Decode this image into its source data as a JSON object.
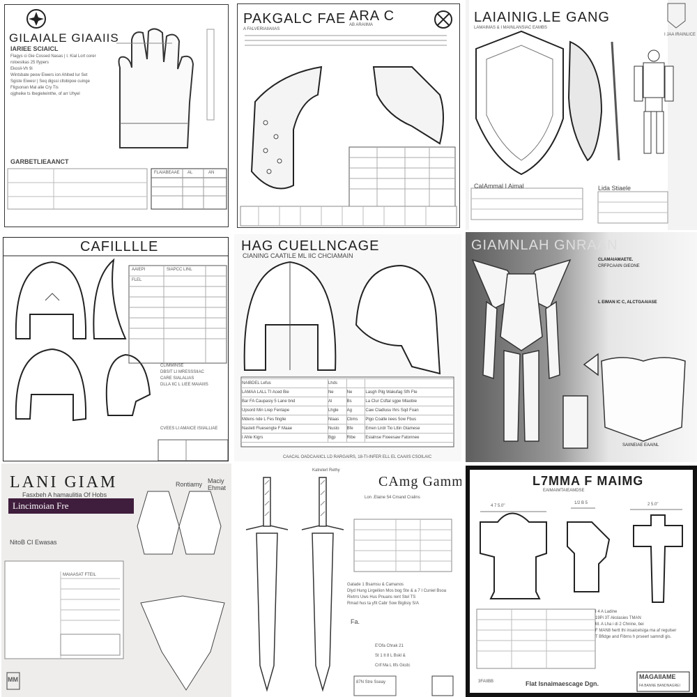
{
  "panels": [
    {
      "title": "GILAIALE GIAAIIS",
      "subtitle": "IARIEE SCIAICL",
      "bullets": [
        "Flagys ci Gie Cossed Nasas | I. Kial Lort corer",
        "roloesikas 25 Ifypers",
        "Ekosli-Vh 9i",
        "Wintsbate peow Eiwers ion Ahitwd lur Set",
        "Sgiste Eiwesr | Seq digssi cltobipoe cuinge",
        "Fligsonan Mal alie Cry Tis",
        "ojgheike ts Ibegielwinthe, of arr Uhyel"
      ],
      "footer": "GARBETLIEAANCT",
      "table_headers": [
        "FLAIABEAAE",
        "AL",
        "AN"
      ]
    },
    {
      "title": "PAKGALC FAE",
      "title2": "ARA C",
      "subtitle": "A FALVERIAIIAIIAS",
      "subtitle2": "AB ARAIIMA"
    },
    {
      "title": "LAIAINIG.LE GANG",
      "subtitle": "LAMAIMAS & I MAINLANSIAC EAMBS",
      "badge": "I JAA IRAINLICE",
      "caption": "CaIAmmal I Aimal",
      "caption2": "Lida Stiaele"
    },
    {
      "title": "CAFILLLLE",
      "table_headers": [
        "AAIEPI",
        "SIAPCC LINL"
      ],
      "row1": "FLEL",
      "notes": "CLIMMINSE\nDBSIT LI MRESSSIIAC\nCARE SIALALIAS\nDLLA IIC L LIEE MAIAIIIS",
      "footer": "CVEES LI AMAICE ISIIALLIAE"
    },
    {
      "title": "HAG CUELLNCAGE",
      "subtitle": "CIANING CAATILE ML IIC CHCIAMAIN",
      "table_headers": [
        "NAIBDEL Lefus",
        "Lhds",
        "",
        ""
      ],
      "rows": [
        [
          "LAMAA LALL TI Aced Bie",
          "Ne",
          "Ne",
          "Lasgh Pilg Wakufag Sfh Fte"
        ],
        [
          "Bar FA Caupasiy 5 Lane bnd",
          "Al",
          "Bs",
          "La Clur Csftal sgpe Mlaobie"
        ],
        [
          "Upsord Min Lrep Fentape",
          "Lhgle",
          "Ag",
          "Caw Cladlusu Ihrs Sqd Foan"
        ],
        [
          "Mdens nde L Fes finglie",
          "Nlaas",
          "Cbms",
          "Plgo Coatle iiees 5ow Fbus"
        ],
        [
          "Nastetl Fluesengte F Maae",
          "Nusto",
          "Bfe",
          "Emen Lirdr Tio Lttin Gtamese"
        ],
        [
          "I Ahle Kigrs",
          "Bgp",
          "Ribe",
          "Esialnse Fioeesaw Fatonnee"
        ]
      ],
      "footer": "CAACAL OADCAAIICL LD RARGAIRS, 18-TI-INFER ELL EL CAAIIS CSOILAIC"
    },
    {
      "title": "GIAMNLAH GNRAAN",
      "heading": "CLAMAIAMAETE.",
      "subheading": "CRFPCAAIN GIEONE",
      "heading2": "L EIMAN IC C, ALCTGAAIASE",
      "footer": "SAIINEIAE EAAINL"
    },
    {
      "title": "LANI GIAM",
      "subtitle": "Fasxbeh A hamaulitia Of Hobs",
      "label1": "Rontiamy",
      "label2": "Maciy Ehmat",
      "band": "Lincimoian Fre",
      "section": "NitoB CI Ewasas",
      "table_header": "MAIAASAT FTEIL",
      "monogram": "MM"
    },
    {
      "title": "CAmg Gamms",
      "top_label": "Katrelerl Rethy",
      "subtitle": "Lon .Elaine 54 Cmand Cralins",
      "lines": [
        "Gatade 1 Bsamsu & Camanos",
        "Dlyd Hung Lirgeilion Mos bog Ste & a 7 I Cuniel Bsoa",
        "Rivtrrs Uws Hus Pnuans rent Stel TS",
        "Rmad hus ta yfit Cabr Sow Biglisiy S/A"
      ],
      "label_fa": "Fa.",
      "eig": "E'Ofa Chrak 21",
      "eig2": "St 1 lt 8 L Bskl &",
      "eig3": "Crif Ma L ltfs Gicdc",
      "box": "87N Stre Sseay"
    },
    {
      "title": "L7MMA F MAIMG",
      "subtitle": "EAIMAIMTAIEAMDSE",
      "dims": [
        "4 7 5.0\"",
        "1/2 B 5",
        "2 5.0\""
      ],
      "notes": [
        "I 4 A Ladine",
        "19Pi 3T Akslasies TMAN",
        "M. A Lha i di 2 Chnine, bei",
        "F MAN8 hertt thi insaicelsiga ma af regulser",
        "T Bfidge and Fibrns h prseerl samndl gis."
      ],
      "footer_left": "3FAIIBB",
      "footer": "Flat Isnaimaescage Dgn.",
      "brand": "MAGAIIAME",
      "brand_sub": "FA BANNE BANDNAGREI"
    }
  ],
  "colors": {
    "ink": "#222222",
    "dark_gradient": "#6b6b6b",
    "purple_band": "#3f1d3c"
  }
}
